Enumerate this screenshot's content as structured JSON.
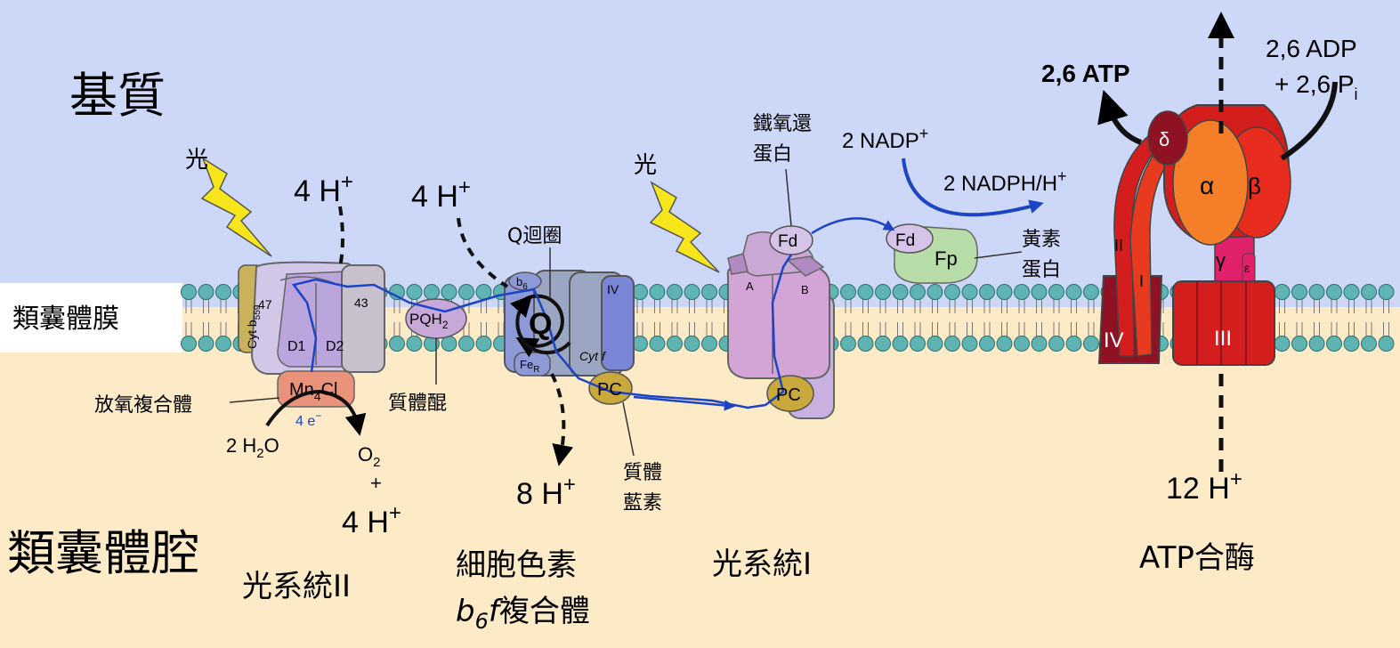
{
  "regions": {
    "stroma": "基質",
    "membrane": "類囊體膜",
    "lumen": "類囊體腔"
  },
  "light": [
    "光",
    "光"
  ],
  "psii": {
    "name": "光系統II",
    "sub_47": "47",
    "sub_43": "43",
    "sub_d1": "D1",
    "sub_d2": "D2",
    "cyt": "Cyt b",
    "cyt_sub": "559",
    "oec_label": "放氧複合體",
    "mn_cluster": "Mn",
    "mn_sub": "4",
    "mn_cl": "Cl",
    "h_in": "4 H",
    "h_in_sup": "+",
    "water": "2 H",
    "water_sub": "2",
    "water_o": "O",
    "o2": "O",
    "o2_sub": "2",
    "plus": "+",
    "h_out": "4 H",
    "h_out_sup": "+",
    "electrons": "4 e",
    "electrons_sup": "−"
  },
  "pq": {
    "molecule": "PQH",
    "molecule_sub": "2",
    "label": "質體醌"
  },
  "b6f": {
    "name_line1": "細胞色素",
    "name_b": "b",
    "name_sub": "6",
    "name_f": "f",
    "name_rest": "複合體",
    "q_cycle": "Q迴圈",
    "q": "Q",
    "b6": "b",
    "b6_sub": "6",
    "four": "IV",
    "fer": "Fe",
    "fer_sub": "R",
    "cytf": "Cyt f",
    "h_in": "4 H",
    "h_in_sup": "+",
    "h_out": "8 H",
    "h_out_sup": "+"
  },
  "pc": {
    "label": "PC",
    "label2": "PC",
    "name_line1": "質體",
    "name_line2": "藍素"
  },
  "psi": {
    "name": "光系統I",
    "sub_a": "A",
    "sub_b": "B",
    "fd": "Fd",
    "ferredoxin_line1": "鐵氧還",
    "ferredoxin_line2": "蛋白"
  },
  "fnr": {
    "fd": "Fd",
    "fp": "Fp",
    "name_line1": "黃素",
    "name_line2": "蛋白",
    "nadp": "2 NADP",
    "nadp_sup": "+",
    "nadph": "2 NADPH/H",
    "nadph_sup": "+"
  },
  "atp_synthase": {
    "name": "ATP合酶",
    "atp": "2,6 ATP",
    "adp": "2,6 ADP",
    "pi": "+ 2,6 P",
    "pi_sub": "i",
    "h_in": "12 H",
    "h_in_sup": "+",
    "delta": "δ",
    "alpha": "α",
    "beta": "β",
    "gamma": "γ",
    "epsilon": "ε",
    "two": "II",
    "one": "I",
    "four": "IV",
    "three": "III"
  },
  "colors": {
    "stroma": "#cdd7f7",
    "lumen": "#fdebc8",
    "lipid_head": "#5fb3b3",
    "psii": "#c8b8e6",
    "b6f": "#8e9ad8",
    "pc": "#c9a83c",
    "psi": "#c79ad4",
    "fnr": "#b8dca8",
    "oec": "#e8937a",
    "electron_path": "#1c44c4",
    "atp_red": "#d41e1e",
    "atp_orange": "#f57f29",
    "atp_dark": "#8e1224",
    "light": "#f7e61b"
  }
}
